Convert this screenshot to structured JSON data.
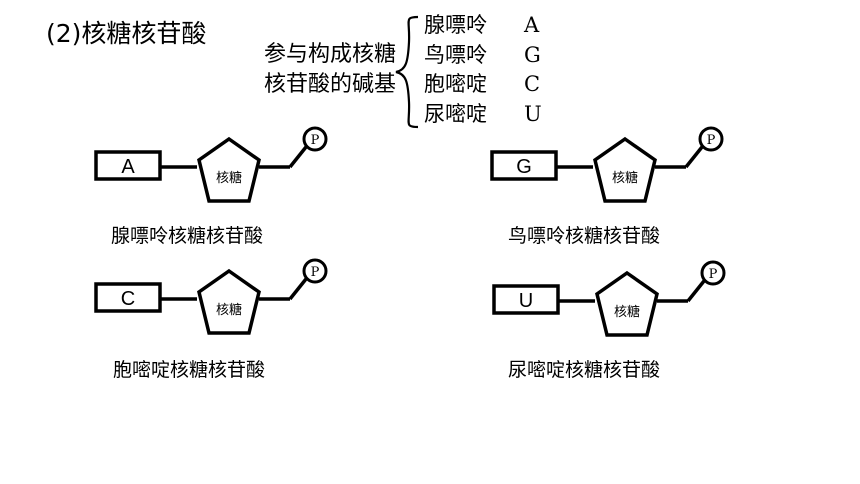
{
  "heading": "(2)核糖核苷酸",
  "intro": {
    "line1": "参与构成核糖",
    "line2": "核苷酸的碱基"
  },
  "bases": [
    {
      "name": "腺嘌呤",
      "letter": "A"
    },
    {
      "name": "鸟嘌呤",
      "letter": "G"
    },
    {
      "name": "胞嘧啶",
      "letter": "C"
    },
    {
      "name": "尿嘧啶",
      "letter": "U"
    }
  ],
  "nucleotides": [
    {
      "base_letter": "A",
      "sugar": "核糖",
      "phosphate": "P",
      "caption": "腺嘌呤核糖核苷酸"
    },
    {
      "base_letter": "G",
      "sugar": "核糖",
      "phosphate": "P",
      "caption": "鸟嘌呤核糖核苷酸"
    },
    {
      "base_letter": "C",
      "sugar": "核糖",
      "phosphate": "P",
      "caption": "胞嘧啶核糖核苷酸"
    },
    {
      "base_letter": "U",
      "sugar": "核糖",
      "phosphate": "P",
      "caption": "尿嘧啶核糖核苷酸"
    }
  ]
}
